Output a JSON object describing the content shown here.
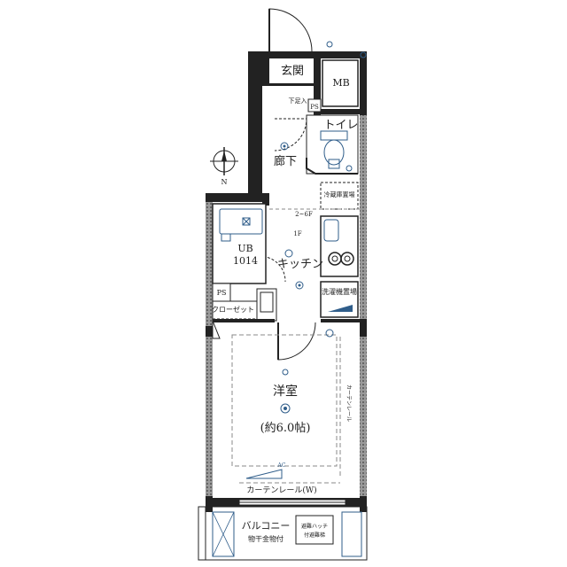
{
  "rooms": {
    "entrance": "玄関",
    "meter_box": "MB",
    "shoe_storage": "下足入",
    "ps_top": "PS",
    "toilet": "トイレ",
    "hallway": "廊下",
    "fridge": "冷蔵庫置場",
    "height_note": "2~6F",
    "floor_note": "1F",
    "kitchen": "キッチン",
    "unit_bath": "UB",
    "unit_bath_size": "1014",
    "ps_left": "PS",
    "closet": "クローゼット",
    "washer": "洗濯機置場",
    "western_room": "洋室",
    "western_room_size": "(約6.0帖)",
    "curtain_rail_right": "カーテンレール",
    "curtain_rail_bottom": "カーテンレール(W)",
    "balcony": "バルコニー",
    "balcony_note": "物干金物付",
    "evac_hatch": "避難ハッチ",
    "evac_hatch_2": "付避難梯",
    "ac": "AC",
    "compass_n": "N"
  }
}
